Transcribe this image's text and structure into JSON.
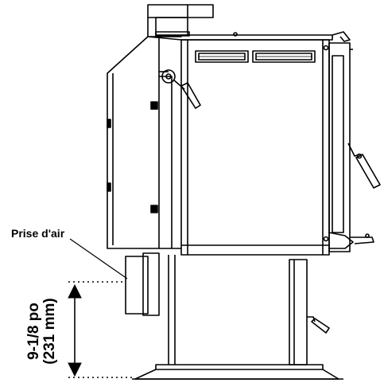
{
  "labels": {
    "air_intake": "Prise d'air",
    "dimension_imperial": "9-1/8 po",
    "dimension_metric": "(231 mm)"
  },
  "colors": {
    "line": "#000000",
    "background": "#ffffff"
  }
}
